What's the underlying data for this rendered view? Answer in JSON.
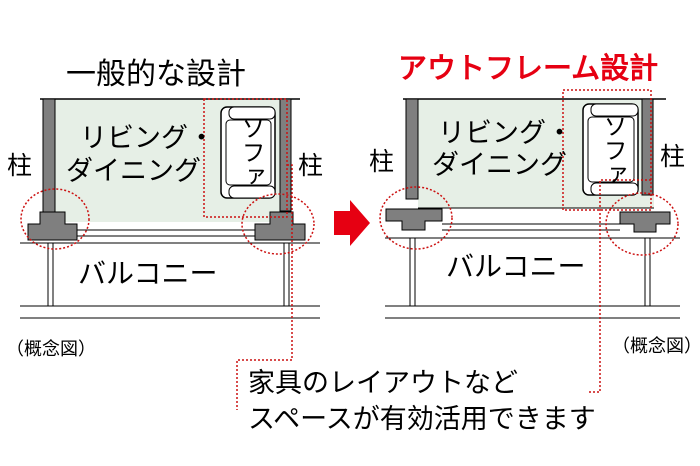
{
  "left": {
    "title": "一般的な設計",
    "room_line1": "リビング・",
    "room_line2": "ダイニング",
    "column_label_left": "柱",
    "column_label_right": "柱",
    "sofa_label": "ソファ",
    "balcony_label": "バルコニー",
    "note": "（概念図）"
  },
  "right": {
    "title": "アウトフレーム設計",
    "room_line1": "リビング・",
    "room_line2": "ダイニング",
    "column_label_left": "柱",
    "column_label_right": "柱",
    "sofa_label": "ソファ",
    "balcony_label": "バルコニー",
    "note": "（概念図）"
  },
  "callout": {
    "line1": "家具のレイアウトなど",
    "line2": "スペースが有効活用できます"
  },
  "colors": {
    "room_fill": "#e6efe6",
    "structure": "#7f7f7f",
    "highlight": "#e60012",
    "dotted": "#cc1111"
  }
}
